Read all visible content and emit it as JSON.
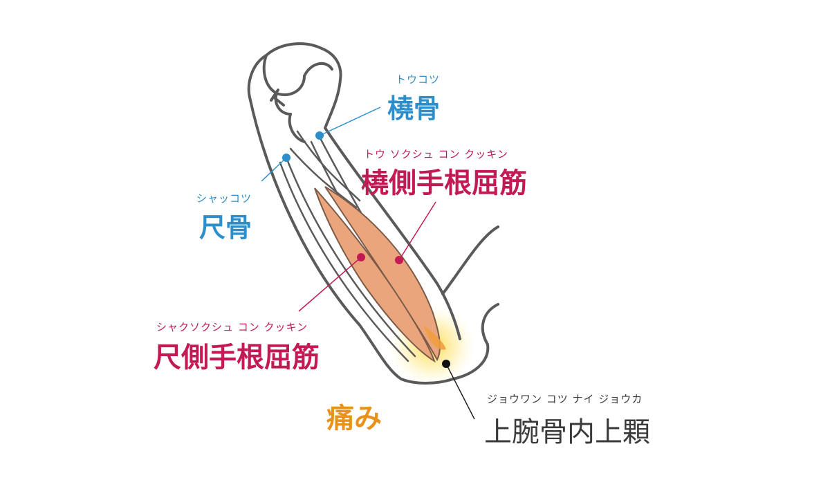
{
  "colors": {
    "bone_label": "#2c8fcc",
    "muscle_label": "#c21a54",
    "pain_label": "#e8921c",
    "epicondyle_label": "#3a3a3a",
    "muscle_fill": "#eaa57c",
    "outline": "#5a5a5a"
  },
  "labels": {
    "radius": {
      "text": "橈骨",
      "reading": "トウコツ"
    },
    "ulna": {
      "text": "尺骨",
      "reading": "シャッコツ"
    },
    "fcr": {
      "text": "橈側手根屈筋",
      "reading": "トウ ソクシュ コン クッキン"
    },
    "fcu": {
      "text": "尺側手根屈筋",
      "reading": "シャクソクシュ コン クッキン"
    },
    "pain": {
      "text": "痛み"
    },
    "epicondyle": {
      "text": "上腕骨内上顆",
      "reading": "ジョウワン コツ ナイ ジョウカ"
    }
  }
}
